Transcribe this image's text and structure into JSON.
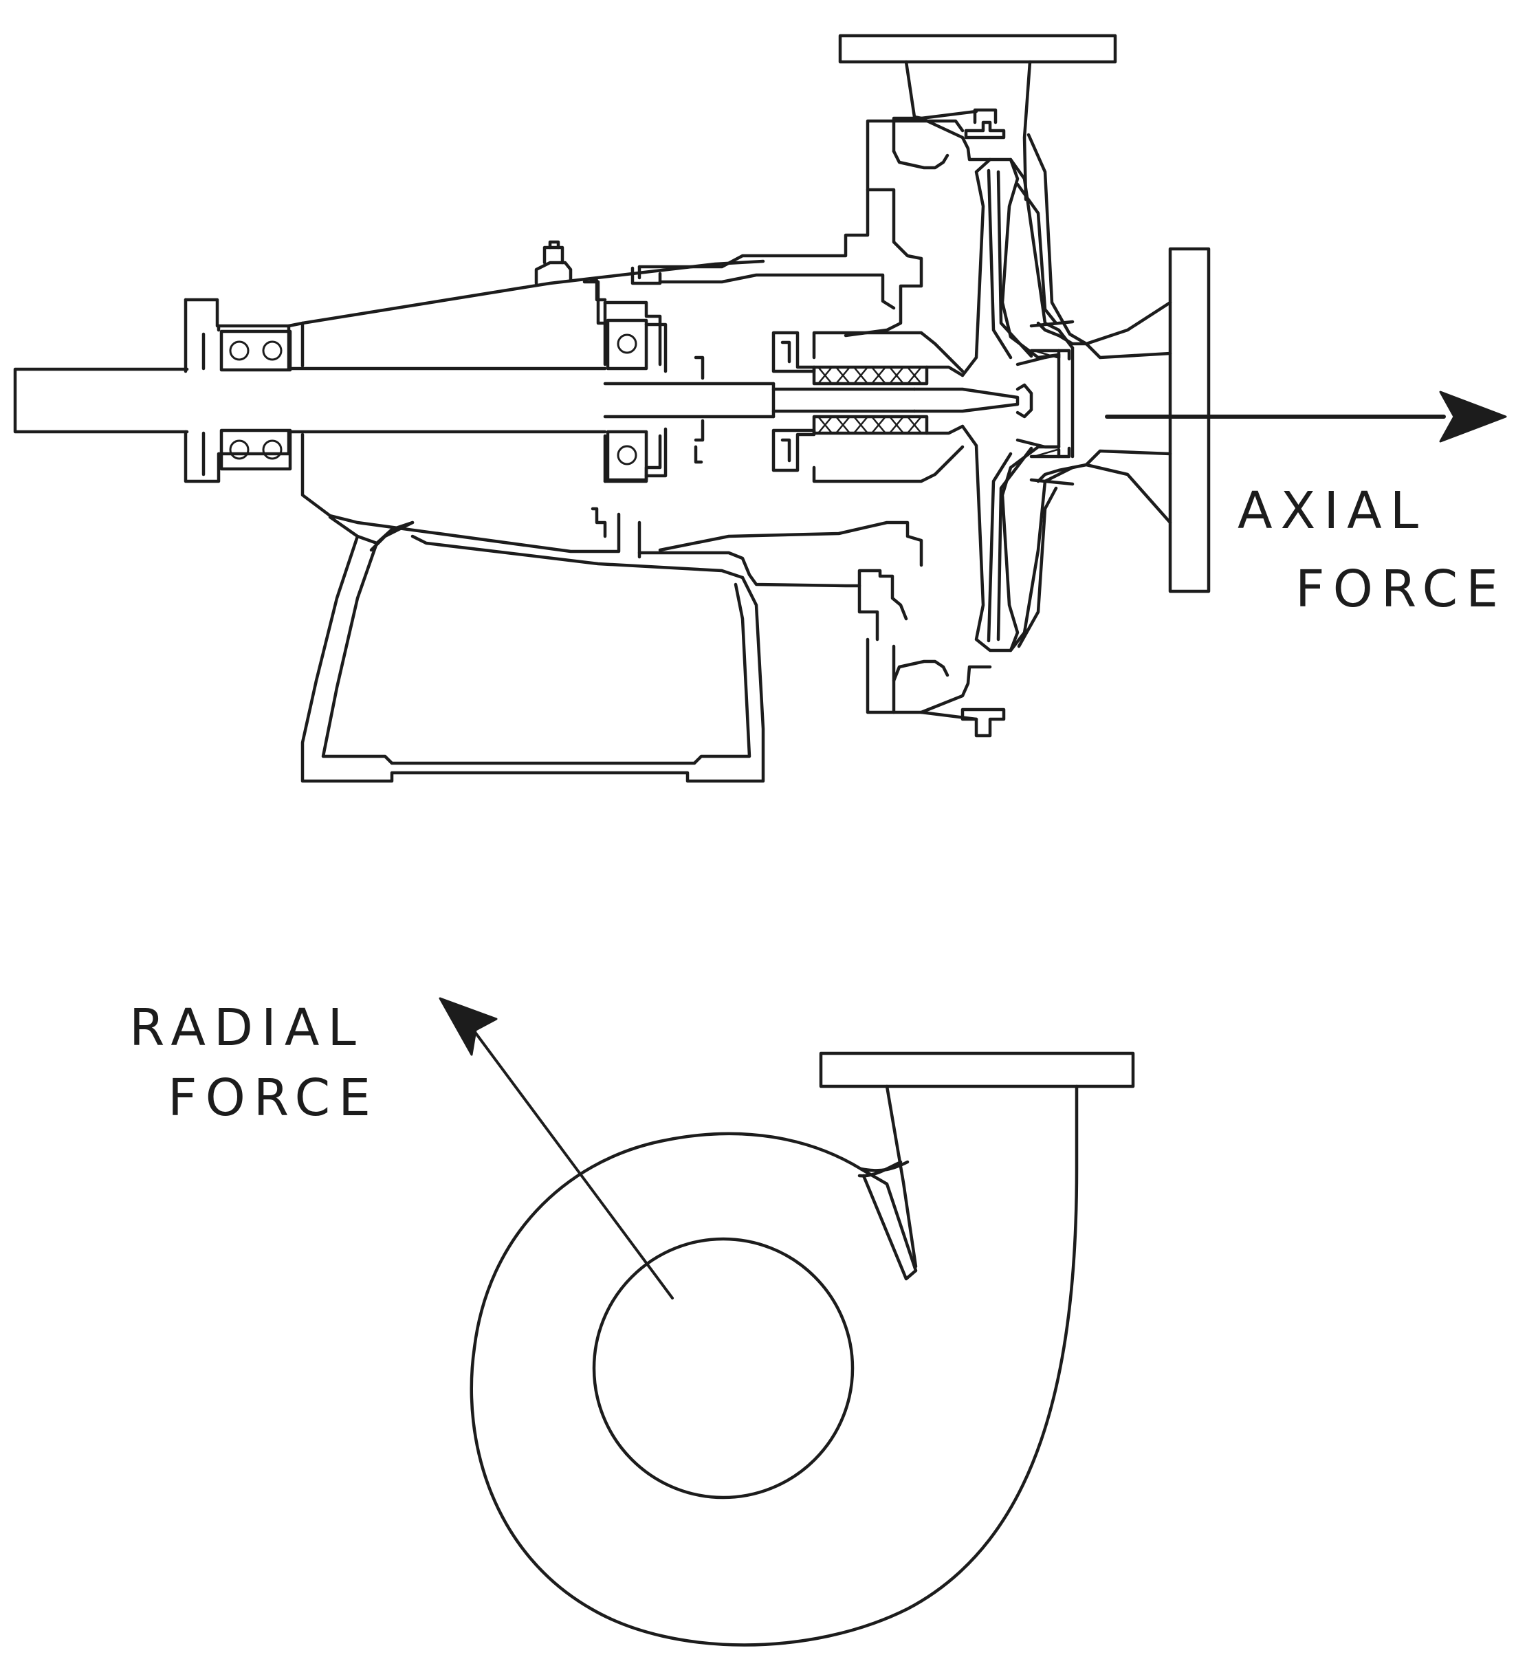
{
  "labels": {
    "axial_line1": "AXIAL",
    "axial_line2": "FORCE",
    "radial_line1": "RADIAL",
    "radial_line2": "FORCE"
  },
  "colors": {
    "ink": "#1c1c1c",
    "paper": "#ffffff"
  }
}
